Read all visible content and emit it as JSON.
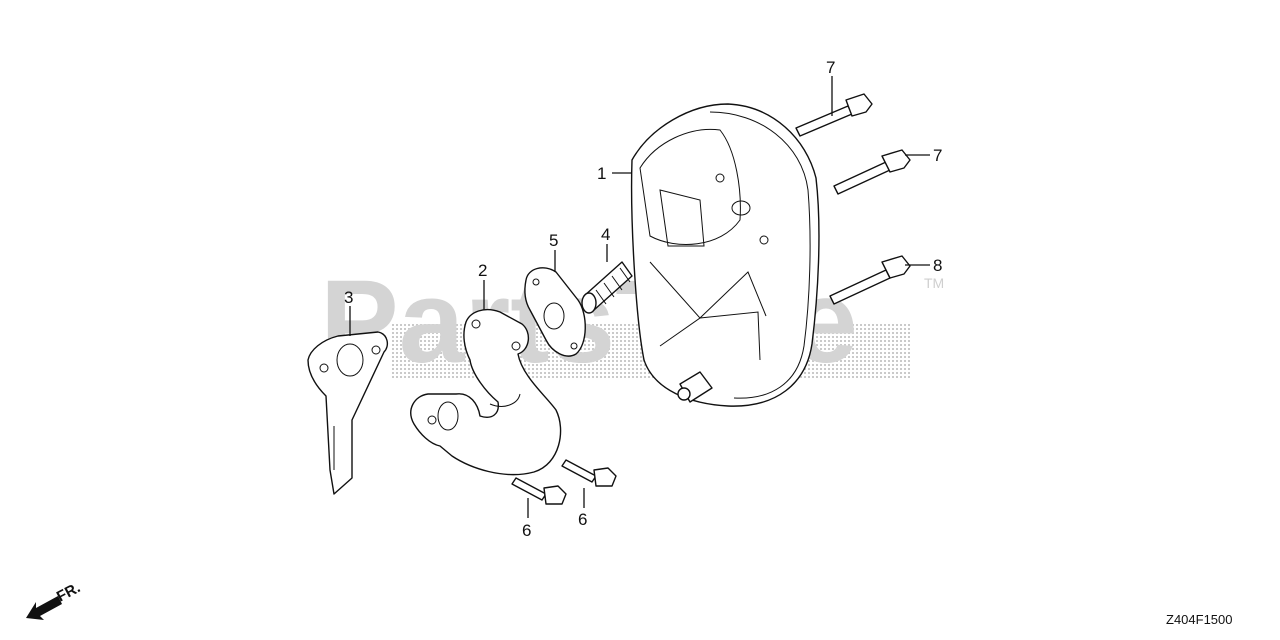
{
  "watermark": {
    "text": "PartsTree",
    "trademark": "TM"
  },
  "callouts": [
    "1",
    "2",
    "3",
    "4",
    "5",
    "6",
    "6",
    "7",
    "7",
    "8"
  ],
  "diagram_code": "Z404F1500",
  "direction_label": "FR."
}
